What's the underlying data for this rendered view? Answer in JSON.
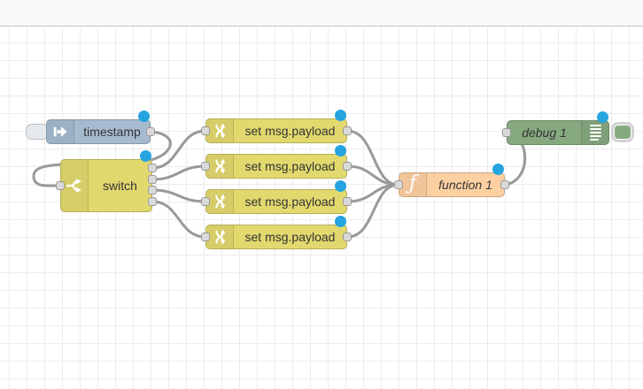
{
  "flow": {
    "nodes": {
      "timestamp": {
        "label": "timestamp",
        "type": "inject",
        "color": "#a6bbcf",
        "icon": "inject-arrow-icon",
        "modified": true
      },
      "switch1": {
        "label": "switch",
        "type": "switch",
        "color": "#e2d96e",
        "icon": "fork-arrows-icon",
        "outputs": 4,
        "modified": true
      },
      "change1": {
        "label": "set msg.payload",
        "type": "change",
        "color": "#e2d96e",
        "icon": "crossed-arrows-icon",
        "modified": true
      },
      "change2": {
        "label": "set msg.payload",
        "type": "change",
        "color": "#e2d96e",
        "icon": "crossed-arrows-icon",
        "modified": true
      },
      "change3": {
        "label": "set msg.payload",
        "type": "change",
        "color": "#e2d96e",
        "icon": "crossed-arrows-icon",
        "modified": true
      },
      "change4": {
        "label": "set msg.payload",
        "type": "change",
        "color": "#e2d96e",
        "icon": "crossed-arrows-icon",
        "modified": true
      },
      "function1": {
        "label": "function 1",
        "type": "function",
        "color": "#fdd0a2",
        "icon": "function-f-icon",
        "modified": true
      },
      "debug1": {
        "label": "debug 1",
        "type": "debug",
        "color": "#87a980",
        "icon": "debug-output-lines-icon",
        "enabled": true,
        "modified": true
      }
    },
    "connections": [
      {
        "from": "timestamp",
        "to": "switch1"
      },
      {
        "from": "switch1.output1",
        "to": "change1"
      },
      {
        "from": "switch1.output2",
        "to": "change2"
      },
      {
        "from": "switch1.output3",
        "to": "change3"
      },
      {
        "from": "switch1.output4",
        "to": "change4"
      },
      {
        "from": "change1",
        "to": "function1"
      },
      {
        "from": "change2",
        "to": "function1"
      },
      {
        "from": "change3",
        "to": "function1"
      },
      {
        "from": "change4",
        "to": "function1"
      },
      {
        "from": "function1",
        "to": "debug1"
      }
    ],
    "style": {
      "wire_color": "#999999",
      "port_fill": "#d9d9d9",
      "port_border": "#999999",
      "modified_dot_color": "#25a4e0",
      "grid_line_color": "#ececec",
      "canvas_background": "#ffffff"
    }
  }
}
